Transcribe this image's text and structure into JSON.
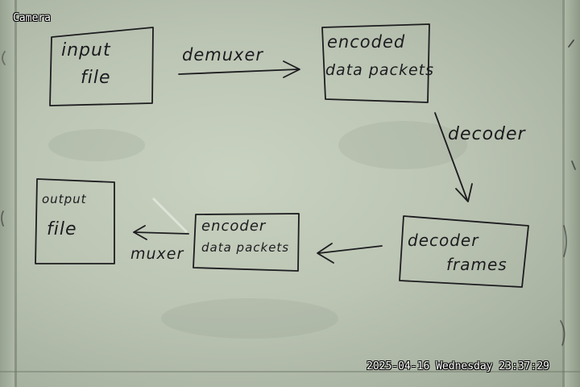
{
  "osd": {
    "camera_label": "Camera",
    "timestamp": "2025-04-16 Wednesday 23:37:29"
  },
  "whiteboard": {
    "input_file": {
      "line1": "input",
      "line2": "file"
    },
    "demuxer": "demuxer",
    "encoded_packets": {
      "line1": "encoded",
      "line2": "data packets"
    },
    "decoder": "decoder",
    "decoder_frames": {
      "line1": "decoder",
      "line2": "frames"
    },
    "encoder_packets": {
      "line1": "encoder",
      "line2": "data packets"
    },
    "muxer": "muxer",
    "output_file": {
      "line1": "output",
      "line2": "file"
    }
  },
  "colors": {
    "board": "#bcc5b4",
    "marker": "#1c1c1f",
    "osd_text": "#ffffff"
  }
}
